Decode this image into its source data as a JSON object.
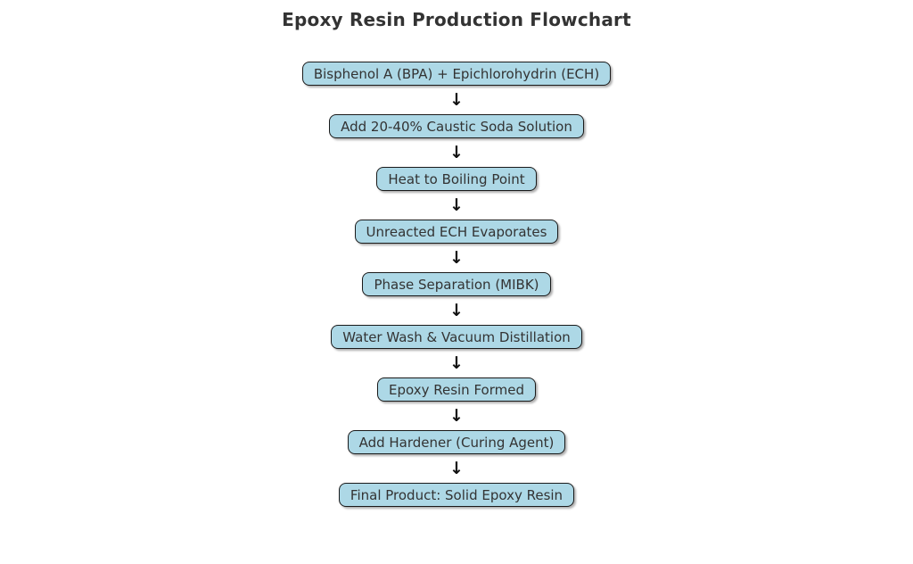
{
  "title": "Epoxy Resin Production Flowchart",
  "flowchart": {
    "steps": [
      "Bisphenol A (BPA) + Epichlorohydrin (ECH)",
      "Add 20-40% Caustic Soda Solution",
      "Heat to Boiling Point",
      "Unreacted ECH Evaporates",
      "Phase Separation (MIBK)",
      "Water Wash & Vacuum Distillation",
      "Epoxy Resin Formed",
      "Add Hardener (Curing Agent)",
      "Final Product: Solid Epoxy Resin"
    ],
    "arrow_glyph": "↓",
    "colors": {
      "background": "#FFFFFF",
      "node_fill": "#ADD8E6",
      "node_border": "#1A1A1A",
      "node_text": "#333333",
      "title_text": "#333333",
      "arrow": "#111111"
    }
  }
}
